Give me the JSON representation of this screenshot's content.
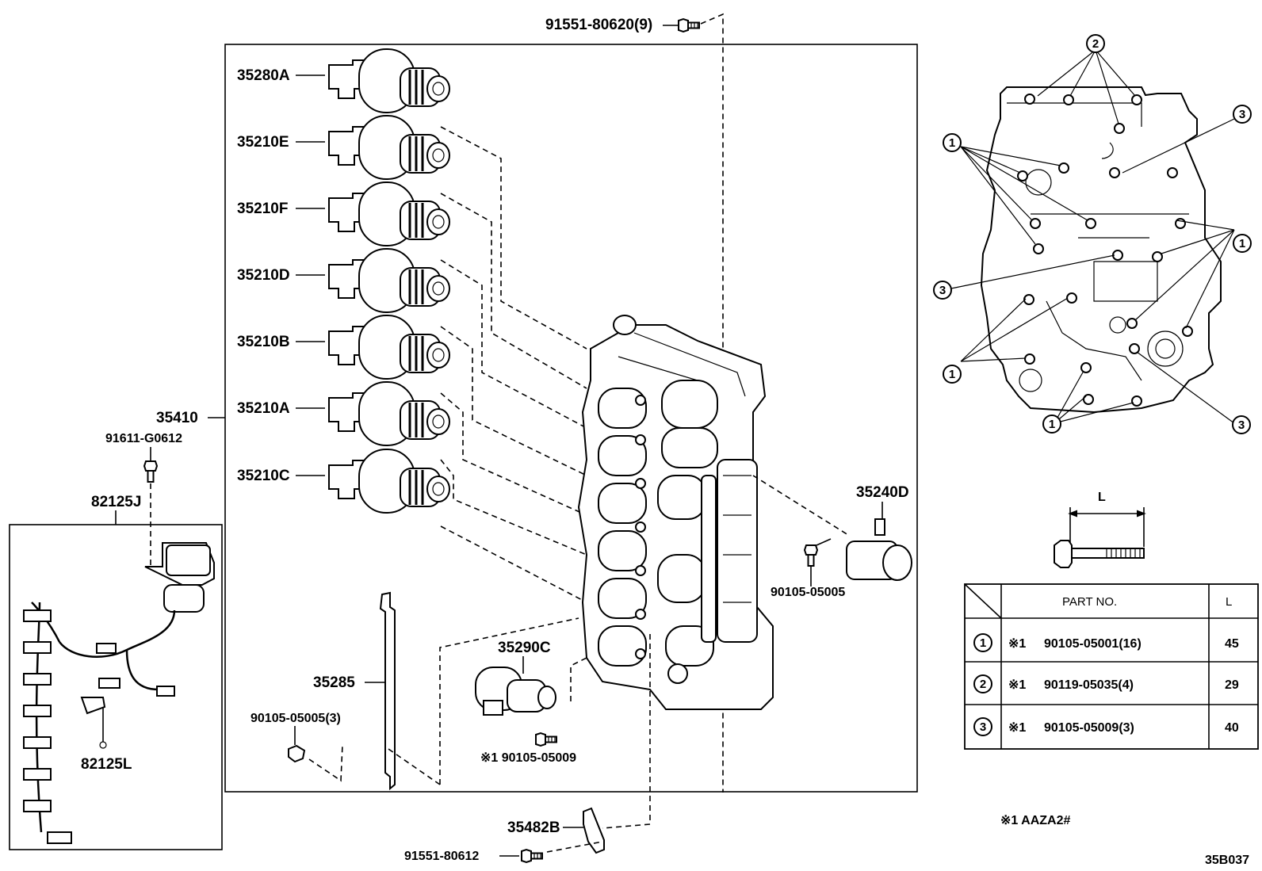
{
  "labels": {
    "bolt_top": "91551-80620(9)",
    "s35280A": "35280A",
    "s35210E": "35210E",
    "s35210F": "35210F",
    "s35210D": "35210D",
    "s35210B": "35210B",
    "s35210A": "35210A",
    "s35210C": "35210C",
    "body35410": "35410",
    "bolt_g0612": "91611-G0612",
    "harness82125J": "82125J",
    "clip82125L": "82125L",
    "sol35240D": "35240D",
    "bolt_05005": "90105-05005",
    "sol35290C": "35290C",
    "plate35285": "35285",
    "bolt_05005_3": "90105-05005(3)",
    "bolt_05009": "※1 90105-05009",
    "plate35482B": "35482B",
    "bolt_80612": "91551-80612",
    "ref_code": "35B037",
    "footnote": "※1 AAZA2#",
    "dim_L": "L"
  },
  "bolt_table": {
    "header_part": "PART NO.",
    "header_len": "L",
    "rows": [
      {
        "ref": "1",
        "note": "※1",
        "part": "90105-05001(16)",
        "len": "45"
      },
      {
        "ref": "2",
        "note": "※1",
        "part": "90119-05035(4)",
        "len": "29"
      },
      {
        "ref": "3",
        "note": "※1",
        "part": "90105-05009(3)",
        "len": "40"
      }
    ]
  },
  "callouts": {
    "c1": "1",
    "c2": "2",
    "c3": "3"
  }
}
